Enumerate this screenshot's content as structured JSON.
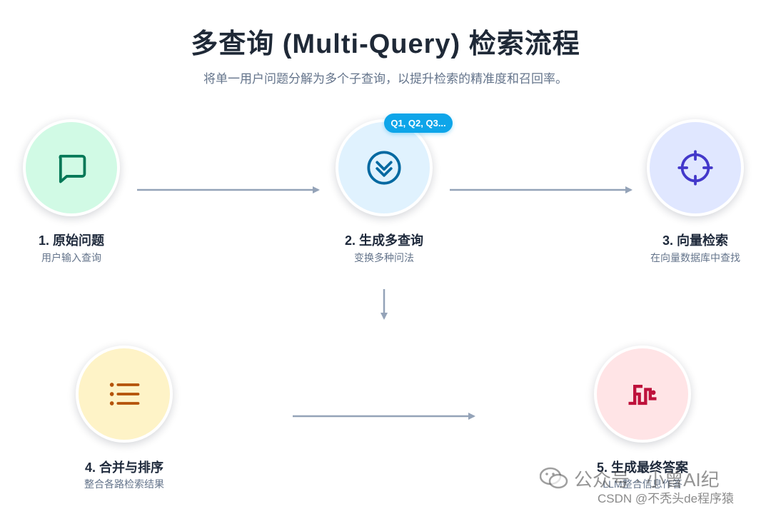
{
  "header": {
    "title": "多查询 (Multi-Query) 检索流程",
    "subtitle": "将单一用户问题分解为多个子查询，以提升检索的精准度和召回率。"
  },
  "badge": "Q1, Q2, Q3...",
  "steps": [
    {
      "label": "1. 原始问题",
      "desc": "用户输入查询",
      "icon": "chat-bubble-icon",
      "bg": "#d1fae5",
      "color": "#047857"
    },
    {
      "label": "2. 生成多查询",
      "desc": "变换多种问法",
      "icon": "double-chevron-down-icon",
      "bg": "#e0f2fe",
      "color": "#0369a1"
    },
    {
      "label": "3. 向量检索",
      "desc": "在向量数据库中查找",
      "icon": "crosshair-icon",
      "bg": "#e0e7ff",
      "color": "#4338ca"
    },
    {
      "label": "4. 合并与排序",
      "desc": "整合各路检索结果",
      "icon": "list-icon",
      "bg": "#fef3c7",
      "color": "#b45309"
    },
    {
      "label": "5. 生成最终答案",
      "desc": "LLM整合信息作答",
      "icon": "llm-symbol-icon",
      "bg": "#ffe4e6",
      "color": "#be123c"
    }
  ],
  "watermark": {
    "main": "公众号 · 小曾AI纪",
    "sub": "CSDN @不秃头de程序猿"
  }
}
